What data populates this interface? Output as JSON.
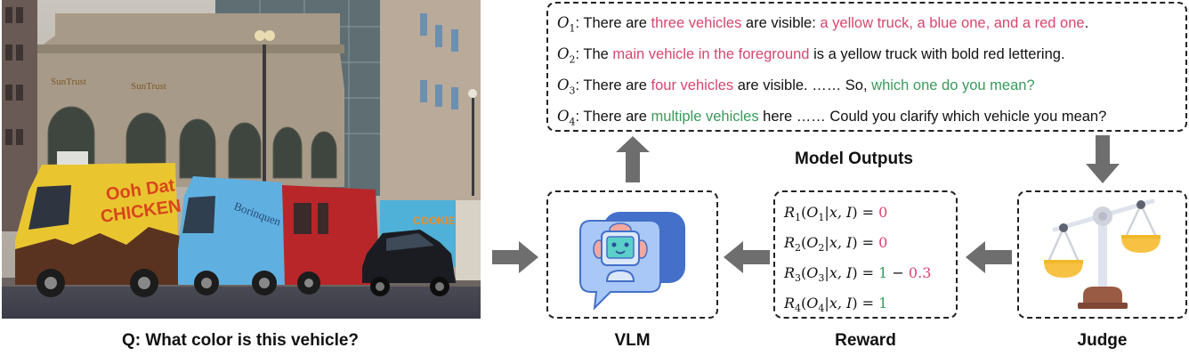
{
  "photo": {
    "description": "Street scene with food trucks parked in front of a SunTrust bank building",
    "signage": [
      "SunTrust",
      "SunTrust",
      "Ooh Dat Chicken",
      "Borinquen",
      "Captain Cookie"
    ]
  },
  "captions": {
    "question": "Q: What color is this vehicle?",
    "vlm": "VLM",
    "reward": "Reward",
    "judge": "Judge",
    "model_outputs": "Model Outputs"
  },
  "outputs": [
    {
      "label": "O",
      "sub": "1",
      "segments": [
        {
          "text": ": There are ",
          "color": "black"
        },
        {
          "text": "three vehicles",
          "color": "pink"
        },
        {
          "text": " are visible: ",
          "color": "black"
        },
        {
          "text": "a yellow truck, a blue one, and a red one",
          "color": "pink"
        },
        {
          "text": ".",
          "color": "black"
        }
      ]
    },
    {
      "label": "O",
      "sub": "2",
      "segments": [
        {
          "text": ": The ",
          "color": "black"
        },
        {
          "text": "main vehicle in the foreground",
          "color": "pink"
        },
        {
          "text": " is a yellow truck with bold red lettering.",
          "color": "black"
        }
      ]
    },
    {
      "label": "O",
      "sub": "3",
      "segments": [
        {
          "text": ": There are ",
          "color": "black"
        },
        {
          "text": "four vehicles",
          "color": "pink"
        },
        {
          "text": " are visible. …… So, ",
          "color": "black"
        },
        {
          "text": "which one do you mean?",
          "color": "green"
        }
      ]
    },
    {
      "label": "O",
      "sub": "4",
      "segments": [
        {
          "text": ": There are ",
          "color": "black"
        },
        {
          "text": "multiple vehicles",
          "color": "green"
        },
        {
          "text": " here …… Could you clarify which vehicle you mean?",
          "color": "black"
        }
      ]
    }
  ],
  "rewards": [
    {
      "r": "R",
      "sub": "1",
      "o": "O",
      "osub": "1",
      "args": "x, I",
      "value": [
        {
          "text": "0",
          "color": "pink"
        }
      ]
    },
    {
      "r": "R",
      "sub": "2",
      "o": "O",
      "osub": "2",
      "args": "x, I",
      "value": [
        {
          "text": "0",
          "color": "pink"
        }
      ]
    },
    {
      "r": "R",
      "sub": "3",
      "o": "O",
      "osub": "3",
      "args": "x, I",
      "value": [
        {
          "text": "1",
          "color": "green"
        },
        {
          "text": " − ",
          "color": "black"
        },
        {
          "text": "0.3",
          "color": "pink"
        }
      ]
    },
    {
      "r": "R",
      "sub": "4",
      "o": "O",
      "osub": "4",
      "args": "x, I",
      "value": [
        {
          "text": "1",
          "color": "green"
        }
      ]
    }
  ],
  "colors": {
    "pink": "#d9456e",
    "green": "#3a9a5c",
    "arrow": "#6e6e6e",
    "border": "#222222"
  },
  "icons": {
    "vlm": "robot-chat-icon",
    "judge": "balance-scale-icon"
  }
}
